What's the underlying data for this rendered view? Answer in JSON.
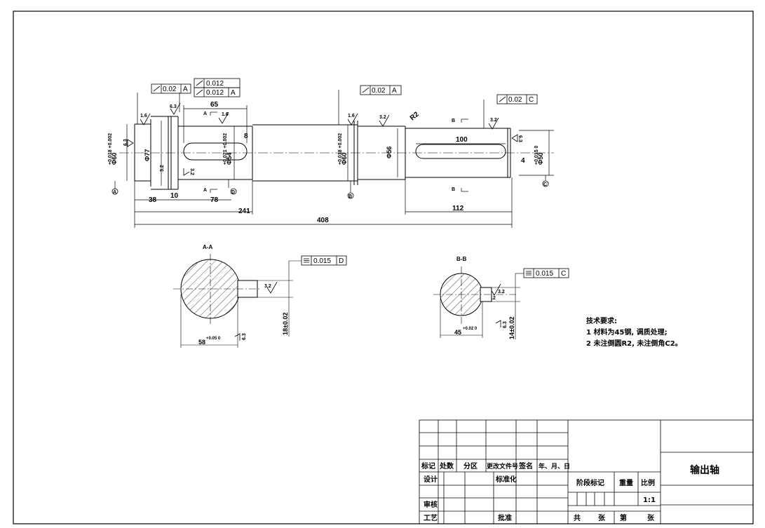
{
  "drawing": {
    "part_title": "输出轴",
    "scale": "1:1"
  },
  "feature_control_frames": {
    "f1_value": "0.02",
    "f1_datum": "A",
    "f2_value": "0.012",
    "f3_value": "0.012",
    "f3_datum": "A",
    "f4_value": "0.02",
    "f4_datum": "A",
    "f5_value": "0.02",
    "f5_datum": "C",
    "f6_value": "0.015",
    "f6_datum": "D",
    "f7_value": "0.015",
    "f7_datum": "C"
  },
  "dimensions": {
    "d65": "65",
    "d100": "100",
    "d8": "8",
    "d4": "4",
    "d38": "38",
    "d10": "10",
    "d78": "78",
    "d241": "241",
    "d408": "408",
    "d112": "112",
    "phi77": "Φ77",
    "phi56": "Φ56",
    "phi60a": "Φ60",
    "phi60a_tol": "+0.018 +0.002",
    "phi54": "Φ54",
    "phi54_tol": "+0.021 +0.002",
    "phi60b": "Φ60",
    "phi60b_tol": "+0.018 +0.002",
    "phi50": "Φ50",
    "phi50_tol": "+0.015 0",
    "d58": "58",
    "d58_tol": "+0.05 0",
    "d45": "45",
    "d45_tol": "+0.02 0",
    "d18": "18±0.02",
    "d14": "14±0.02",
    "r2": "R2"
  },
  "roughness": {
    "r16a": "1.6",
    "r63a": "6.3",
    "r16b": "1.6",
    "r16c": "1.6",
    "r32a": "3.2",
    "r32b": "3.2",
    "r63b": "6.3",
    "r32c": "3.2",
    "r32d": "3.2",
    "r63c": "6.3",
    "r32e": "3.2",
    "r63d": "6.3",
    "r32f": "3.2",
    "r32g": "3.2",
    "r63e": "6.3"
  },
  "datum_labels": {
    "a": "A",
    "b": "B",
    "c": "C",
    "d": "D"
  },
  "sections": {
    "aa_title": "A-A",
    "bb_title": "B-B",
    "a_mark": "A",
    "b_mark": "B"
  },
  "technical_requirements": {
    "heading": "技术要求:",
    "item1": "1  材料为45钢, 调质处理;",
    "item2": "2  未注倒圆R2,  未注倒角C2。"
  },
  "title_block": {
    "c_mark": "标记",
    "c_count": "处数",
    "c_zone": "分区",
    "c_doc": "更改文件号",
    "c_sign": "签名",
    "c_date": "年、月、日",
    "design": "设计",
    "standard": "标准化",
    "stage": "阶段标记",
    "weight": "重量",
    "scale_label": "比例",
    "review": "审核",
    "process": "工艺",
    "approve": "批准",
    "total": "共",
    "sheets": "张",
    "num": "第",
    "sheet": "张"
  }
}
